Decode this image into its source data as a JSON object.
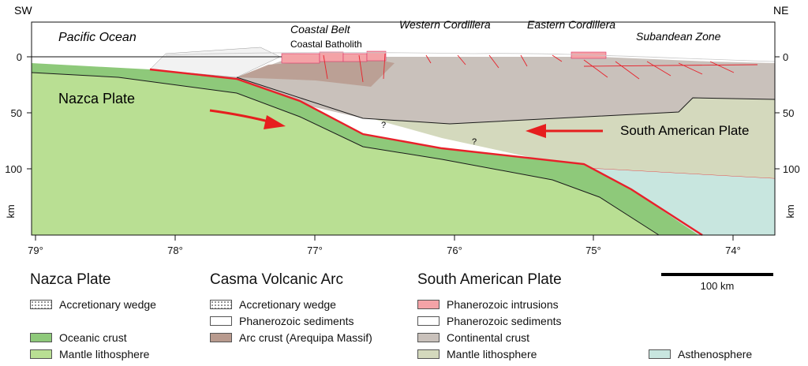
{
  "diagram": {
    "orientation": {
      "left": "SW",
      "right": "NE"
    },
    "region_labels": {
      "ocean": "Pacific Ocean",
      "coastal_belt": "Coastal Belt",
      "coastal_batholith": "Coastal Batholith",
      "western_cordillera": "Western Cordillera",
      "eastern_cordillera": "Eastern Cordillera",
      "subandean_zone": "Subandean Zone"
    },
    "plate_labels": {
      "nazca": "Nazca Plate",
      "south_america": "South American Plate"
    },
    "uncertainty_marks": [
      "?",
      "?"
    ],
    "depth_axis": {
      "unit": "km",
      "ticks": [
        "0",
        "50",
        "100"
      ]
    },
    "longitude_axis": {
      "ticks": [
        "79°",
        "78°",
        "77°",
        "76°",
        "75°",
        "74°"
      ]
    },
    "arrow_color": "#e61e1e",
    "colors": {
      "oceanic_crust": "#8ec97a",
      "nazca_mantle": "#b9df93",
      "asthenosphere": "#c8e6df",
      "continental_crust": "#c9c1bb",
      "sa_mantle": "#d4d9bd",
      "arc_crust": "#b89a8e",
      "intrusions": "#f4a3a7",
      "fault_red": "#e8202a"
    }
  },
  "legend": {
    "nazca": {
      "title": "Nazca Plate",
      "items": [
        {
          "label": "Accretionary wedge",
          "swatch": "dots"
        },
        {
          "label": "Oceanic crust",
          "swatch": "#8ec97a"
        },
        {
          "label": "Mantle lithosphere",
          "swatch": "#b9df93"
        }
      ]
    },
    "casma": {
      "title": "Casma Volcanic Arc",
      "items": [
        {
          "label": "Accretionary wedge",
          "swatch": "dots"
        },
        {
          "label": "Phanerozoic sediments",
          "swatch": "#ffffff"
        },
        {
          "label": "Arc crust (Arequipa Massif)",
          "swatch": "#b89a8e"
        }
      ]
    },
    "south_america": {
      "title": "South American Plate",
      "items": [
        {
          "label": "Phanerozoic intrusions",
          "swatch": "#f4a3a7"
        },
        {
          "label": "Phanerozoic sediments",
          "swatch": "#ffffff"
        },
        {
          "label": "Continental crust",
          "swatch": "#c9c1bb"
        },
        {
          "label": "Mantle lithosphere",
          "swatch": "#d4d9bd"
        }
      ]
    },
    "asthenosphere": {
      "label": "Asthenosphere",
      "swatch": "#c8e6df"
    },
    "scale_bar": {
      "label": "100 km"
    }
  }
}
